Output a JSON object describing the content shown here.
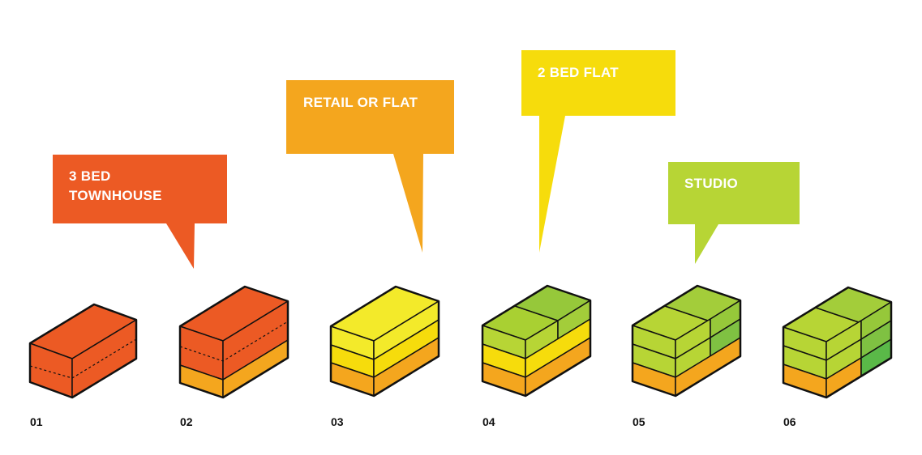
{
  "colors": {
    "orange_red": "#ec5a24",
    "orange": "#f4a61e",
    "yellow": "#f6dc0c",
    "lime": "#b7d535",
    "green": "#5ab948",
    "outline": "#111111",
    "text": "#ffffff"
  },
  "bubbles": [
    {
      "lines": [
        "3 BED",
        "TOWNHOUSE"
      ],
      "color": "#ec5a24"
    },
    {
      "lines": [
        "RETAIL OR FLAT"
      ],
      "color": "#f4a61e"
    },
    {
      "lines": [
        "2 BED FLAT"
      ],
      "color": "#f6dc0c"
    },
    {
      "lines": [
        "STUDIO"
      ],
      "color": "#b7d535"
    }
  ],
  "steps": [
    {
      "label": "01"
    },
    {
      "label": "02"
    },
    {
      "label": "03"
    },
    {
      "label": "04"
    },
    {
      "label": "05"
    },
    {
      "label": "06"
    }
  ]
}
